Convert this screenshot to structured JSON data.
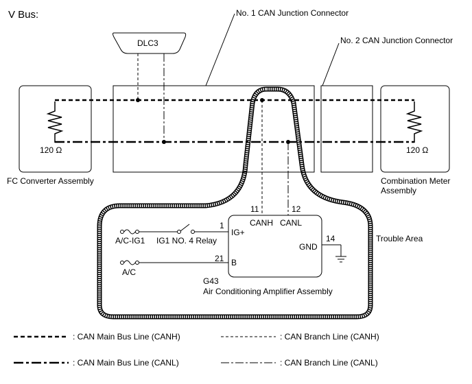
{
  "title": "V Bus:",
  "connectors": {
    "no1": "No. 1 CAN Junction Connector",
    "no2": "No. 2 CAN Junction Connector",
    "dlc3": "DLC3"
  },
  "fc_converter": {
    "label": "FC Converter Assembly",
    "resistor": "120 Ω"
  },
  "combination_meter": {
    "label_line1": "Combination Meter",
    "label_line2": "Assembly",
    "resistor": "120 Ω"
  },
  "trouble_area": "Trouble Area",
  "amplifier": {
    "code": "G43",
    "name": "Air Conditioning Amplifier Assembly",
    "canh_label": "CANH",
    "canl_label": "CANL",
    "canh_pin": "11",
    "canl_pin": "12",
    "ig_label": "IG+",
    "ig_pin": "1",
    "b_label": "B",
    "b_pin": "21",
    "gnd_label": "GND",
    "gnd_pin": "14"
  },
  "inputs": {
    "acig1": "A/C-IG1",
    "relay": "IG1 NO. 4 Relay",
    "ac": "A/C"
  },
  "legend": {
    "main_canh": ": CAN Main Bus Line (CANH)",
    "main_canl": ": CAN Main Bus Line (CANL)",
    "branch_canh": ": CAN Branch Line (CANH)",
    "branch_canl": ": CAN Branch Line (CANL)"
  }
}
